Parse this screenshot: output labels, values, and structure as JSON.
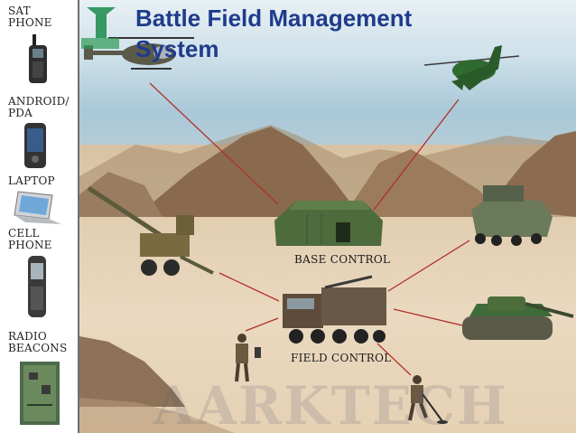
{
  "title": "Battle Field Management System",
  "sidebar": {
    "items": [
      {
        "label_line1": "SAT",
        "label_line2": "PHONE",
        "icon": "sat-phone-icon"
      },
      {
        "label_line1": "ANDROID/",
        "label_line2": "PDA",
        "icon": "pda-icon"
      },
      {
        "label_line1": "LAPTOP",
        "label_line2": "",
        "icon": "laptop-icon"
      },
      {
        "label_line1": "CELL",
        "label_line2": "PHONE",
        "icon": "cell-phone-icon"
      },
      {
        "label_line1": "RADIO",
        "label_line2": "BEACONS",
        "icon": "radio-beacon-icon"
      }
    ]
  },
  "nodes": {
    "base_control": "BASE CONTROL",
    "field_control": "FIELD CONTROL"
  },
  "logo_text": "AARKTECH",
  "watermark": "AARKTECH",
  "colors": {
    "title": "#1f3b8c",
    "link_line": "#b0302a",
    "sidebar_border": "#6f6f6f"
  }
}
